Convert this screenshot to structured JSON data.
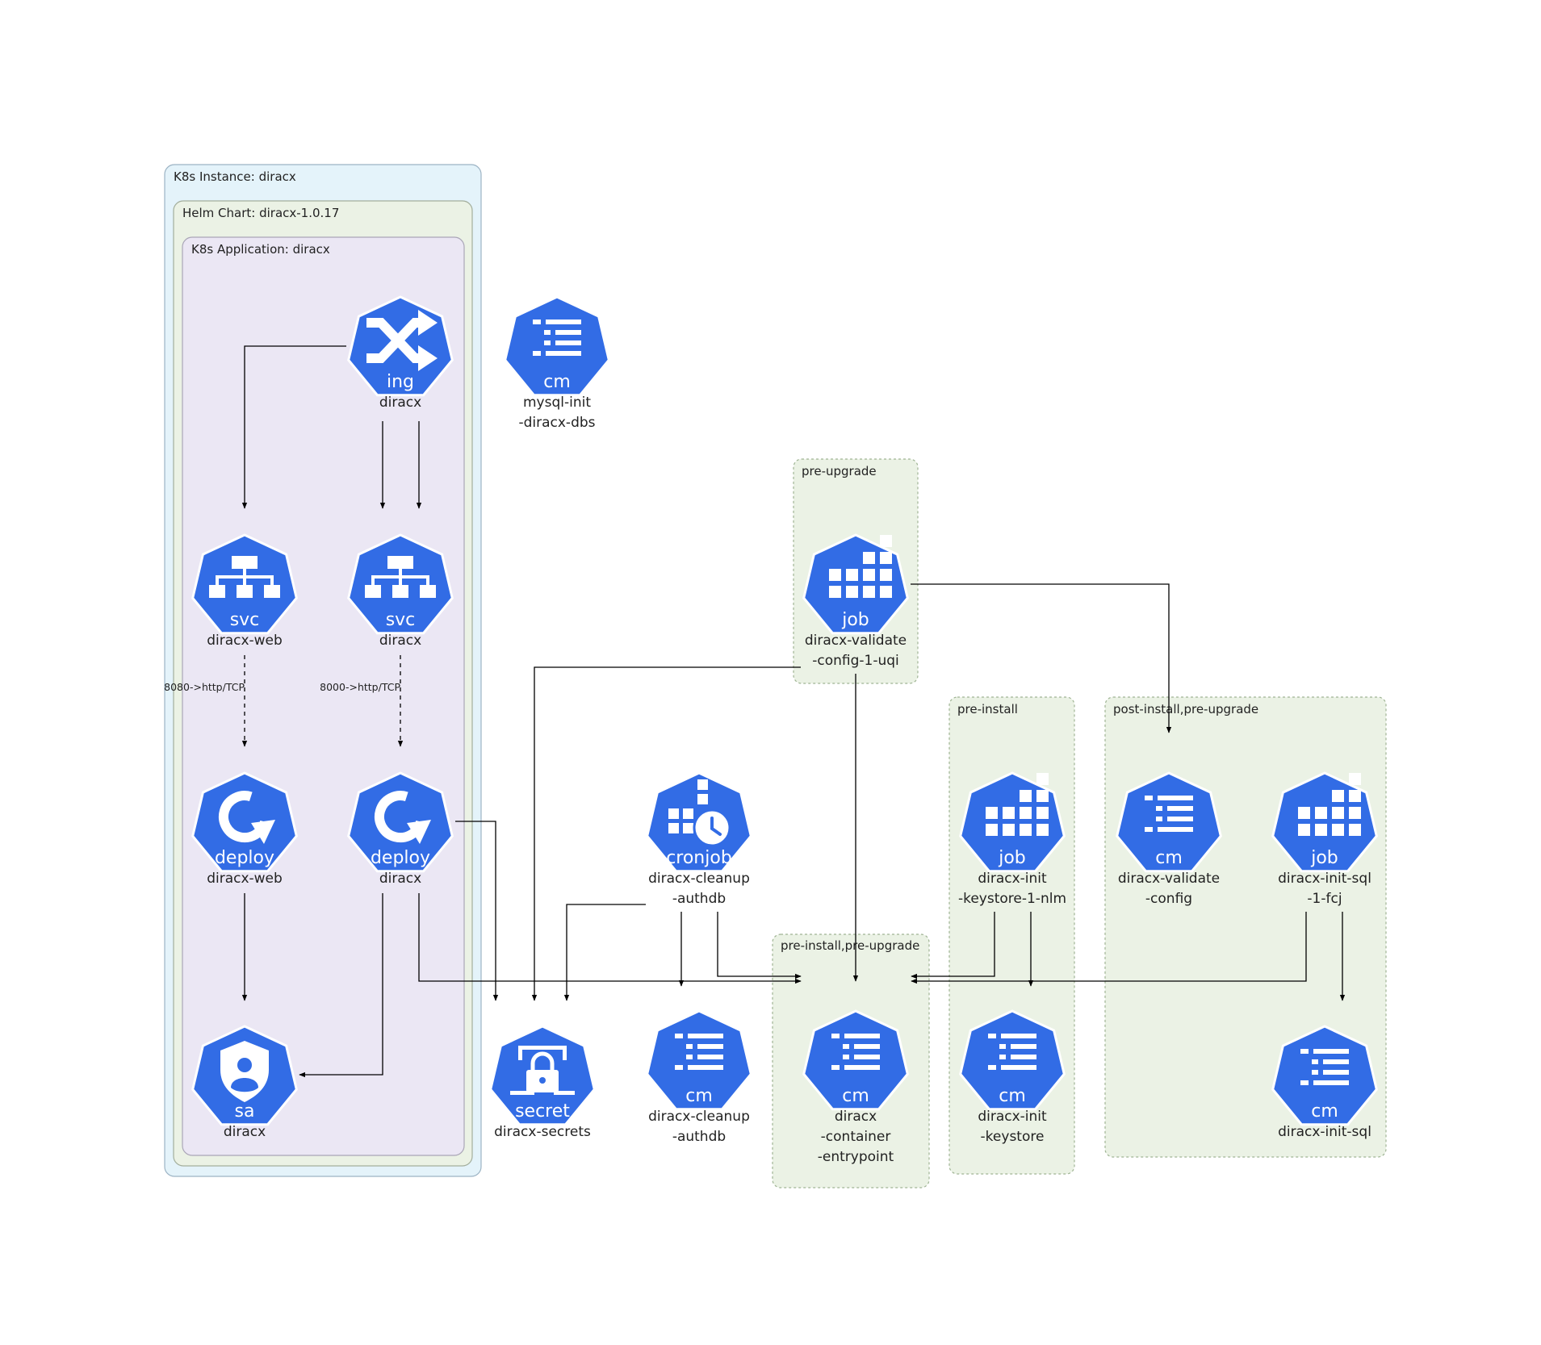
{
  "colors": {
    "node_fill": "#326ce5",
    "instance_bg": "#e4f3fa",
    "chart_bg": "#ebf2e5",
    "application_bg": "#ebe7f4",
    "hook_bg": "#ebf2e5"
  },
  "clusters": {
    "instance": "K8s Instance: diracx",
    "chart": "Helm Chart: diracx-1.0.17",
    "application": "K8s Application: diracx",
    "pre_upgrade": "pre-upgrade",
    "pre_install": "pre-install",
    "post_install_pre_upgrade": "post-install,pre-upgrade",
    "pre_install_pre_upgrade": "pre-install,pre-upgrade"
  },
  "nodes": [
    {
      "id": "ing",
      "kind": "ing",
      "icon": "shuffle-icon",
      "label": [
        "diracx"
      ]
    },
    {
      "id": "svc-web",
      "kind": "svc",
      "icon": "hierarchy-icon",
      "label": [
        "diracx-web"
      ]
    },
    {
      "id": "svc",
      "kind": "svc",
      "icon": "hierarchy-icon",
      "label": [
        "diracx"
      ]
    },
    {
      "id": "deploy-web",
      "kind": "deploy",
      "icon": "refresh-icon",
      "label": [
        "diracx-web"
      ]
    },
    {
      "id": "deploy",
      "kind": "deploy",
      "icon": "refresh-icon",
      "label": [
        "diracx"
      ]
    },
    {
      "id": "sa",
      "kind": "sa",
      "icon": "user-shield-icon",
      "label": [
        "diracx"
      ]
    },
    {
      "id": "cm-mysql",
      "kind": "cm",
      "icon": "list-icon",
      "label": [
        "mysql-init",
        "-diracx-dbs"
      ]
    },
    {
      "id": "secret",
      "kind": "secret",
      "icon": "lock-icon",
      "label": [
        "diracx-secrets"
      ]
    },
    {
      "id": "cronjob",
      "kind": "cronjob",
      "icon": "clock-grid-icon",
      "label": [
        "diracx-cleanup",
        "-authdb"
      ]
    },
    {
      "id": "cm-cleanup",
      "kind": "cm",
      "icon": "list-icon",
      "label": [
        "diracx-cleanup",
        "-authdb"
      ]
    },
    {
      "id": "job-validate",
      "kind": "job",
      "icon": "grid-icon",
      "label": [
        "diracx-validate",
        "-config-1-uqi"
      ]
    },
    {
      "id": "cm-entrypoint",
      "kind": "cm",
      "icon": "list-icon",
      "label": [
        "diracx",
        "-container",
        "-entrypoint"
      ]
    },
    {
      "id": "job-keystore",
      "kind": "job",
      "icon": "grid-icon",
      "label": [
        "diracx-init",
        "-keystore-1-nlm"
      ]
    },
    {
      "id": "cm-keystore",
      "kind": "cm",
      "icon": "list-icon",
      "label": [
        "diracx-init",
        "-keystore"
      ]
    },
    {
      "id": "cm-validate",
      "kind": "cm",
      "icon": "list-icon",
      "label": [
        "diracx-validate",
        "-config"
      ]
    },
    {
      "id": "job-sql",
      "kind": "job",
      "icon": "grid-icon",
      "label": [
        "diracx-init-sql",
        "-1-fcj"
      ]
    },
    {
      "id": "cm-sql",
      "kind": "cm",
      "icon": "list-icon",
      "label": [
        "diracx-init-sql"
      ]
    }
  ],
  "edge_labels": {
    "web_port": "8080->http/TCP",
    "api_port": "8000->http/TCP"
  }
}
